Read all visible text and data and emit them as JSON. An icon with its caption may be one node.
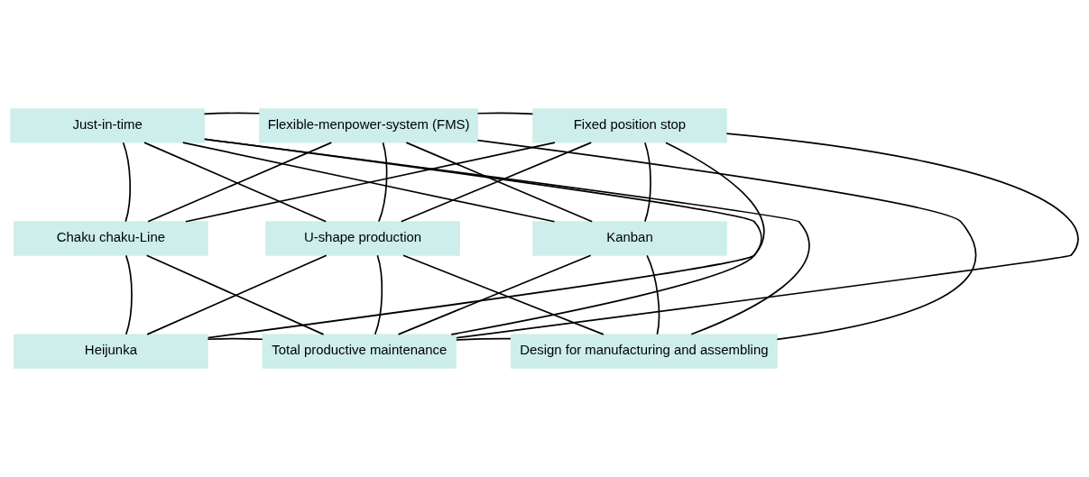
{
  "diagram": {
    "nodes": [
      {
        "text": [
          "Just-in-time"
        ]
      },
      {
        "text": [
          "Flexible-menpower-system (FMS)"
        ]
      },
      {
        "text": [
          "Fixed position stop"
        ]
      },
      {
        "text": [
          "Chaku chaku-Line"
        ]
      },
      {
        "text": [
          "U-shape production"
        ]
      },
      {
        "text": [
          "Kanban"
        ]
      },
      {
        "text": [
          "Heijunka"
        ]
      },
      {
        "text": [
          "Total productive maintenance"
        ]
      },
      {
        "text": [
          "Design for manufacturing and assembling"
        ]
      }
    ],
    "edges": [
      {
        "from": 0,
        "to": 1,
        "arrow": "none"
      },
      {
        "from": 0,
        "to": 3,
        "arrow": "none"
      },
      {
        "from": 0,
        "to": 4,
        "arrow": "none"
      },
      {
        "from": 0,
        "to": 5,
        "arrow": "none"
      },
      {
        "from": 0,
        "to": 7,
        "arrow": "none"
      },
      {
        "from": 0,
        "to": 8,
        "arrow": "none"
      },
      {
        "from": 1,
        "to": 2,
        "arrow": "none"
      },
      {
        "from": 1,
        "to": 3,
        "arrow": "none"
      },
      {
        "from": 1,
        "to": 4,
        "arrow": "none"
      },
      {
        "from": 1,
        "to": 5,
        "arrow": "none"
      },
      {
        "from": 1,
        "to": 8,
        "arrow": "none"
      },
      {
        "from": 2,
        "to": 3,
        "arrow": "none"
      },
      {
        "from": 2,
        "to": 4,
        "arrow": "none"
      },
      {
        "from": 2,
        "to": 5,
        "arrow": "none"
      },
      {
        "from": 2,
        "to": 6,
        "arrow": "none"
      },
      {
        "from": 2,
        "to": 7,
        "arrow": "none"
      },
      {
        "from": 3,
        "to": 6,
        "arrow": "none"
      },
      {
        "from": 3,
        "to": 7,
        "arrow": "none"
      },
      {
        "from": 4,
        "to": 6,
        "arrow": "none"
      },
      {
        "from": 4,
        "to": 7,
        "arrow": "none"
      },
      {
        "from": 4,
        "to": 8,
        "arrow": "none"
      },
      {
        "from": 5,
        "to": 7,
        "arrow": "none"
      },
      {
        "from": 5,
        "to": 8,
        "arrow": "none"
      },
      {
        "from": 6,
        "to": 7,
        "arrow": "none"
      },
      {
        "from": 7,
        "to": 8,
        "arrow": "none"
      }
    ]
  }
}
